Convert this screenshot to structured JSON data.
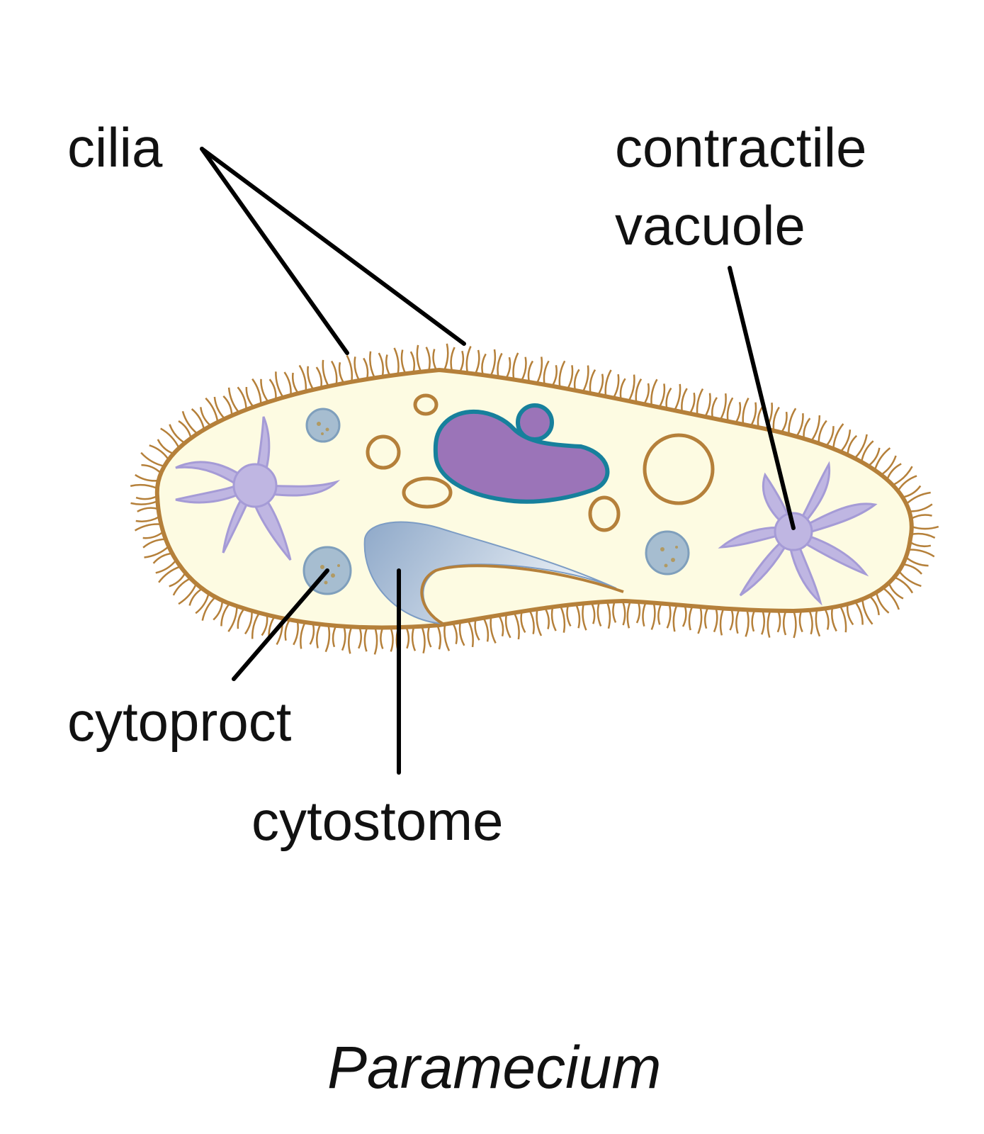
{
  "title": "Paramecium",
  "labels": {
    "cilia": "cilia",
    "contractile_vacuole_line1": "contractile",
    "contractile_vacuole_line2": "vacuole",
    "cytoproct": "cytoproct",
    "cytostome": "cytostome"
  },
  "colors": {
    "cytoplasm": "#fdfbe2",
    "membrane": "#b5803a",
    "nucleus": "#9b74b8",
    "nucleus_outline": "#17809c",
    "contractile_vacuole": "#bfb6e2",
    "food_vacuole": "#a6bdd0"
  }
}
